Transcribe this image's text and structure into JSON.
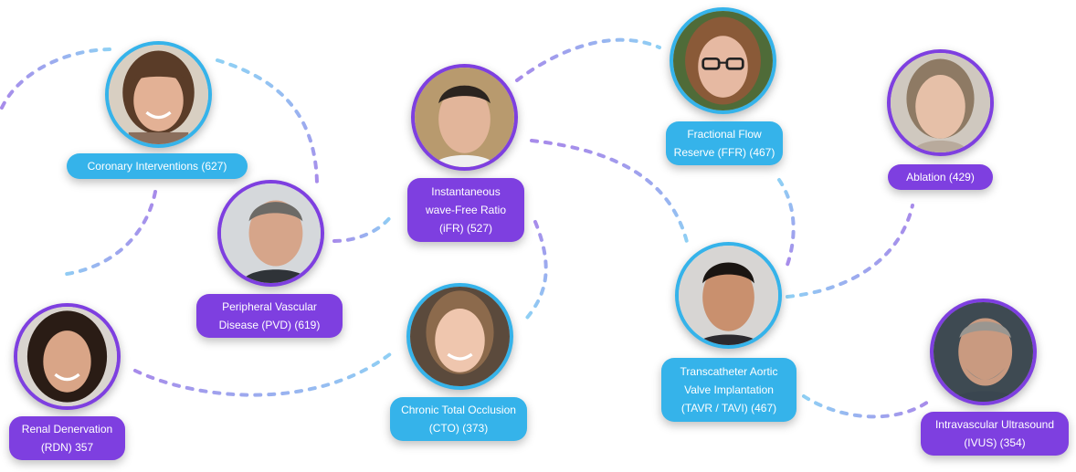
{
  "colors": {
    "blue": "#35b3ea",
    "purple": "#7e3fe0",
    "connector_purple": "#a78bea",
    "connector_blue": "#8fd0f4"
  },
  "nodes": [
    {
      "id": "coronary",
      "avatar": "woman-short-brown-hair-portrait",
      "accent": "blue",
      "label_lines": [
        "Coronary Interventions (627)"
      ]
    },
    {
      "id": "pvd",
      "avatar": "man-grey-hair-portrait",
      "accent": "purple",
      "label_lines": [
        "Peripheral Vascular",
        "Disease (PVD) (619)"
      ]
    },
    {
      "id": "ifr",
      "avatar": "man-short-dark-hair-portrait",
      "accent": "purple",
      "label_lines": [
        "Instantaneous",
        "wave-Free Ratio",
        "(iFR) (527)"
      ]
    },
    {
      "id": "ffr",
      "avatar": "woman-glasses-portrait",
      "accent": "blue",
      "label_lines": [
        "Fractional Flow",
        "Reserve (FFR) (467)"
      ]
    },
    {
      "id": "ablation",
      "avatar": "woman-light-hair-portrait",
      "accent": "purple",
      "label_lines": [
        "Ablation (429)"
      ]
    },
    {
      "id": "rdn",
      "avatar": "woman-dark-curly-hair-portrait",
      "accent": "purple",
      "label_lines": [
        "Renal Denervation",
        "(RDN) 357"
      ]
    },
    {
      "id": "cto",
      "avatar": "young-woman-portrait",
      "accent": "blue",
      "label_lines": [
        "Chronic Total Occlusion",
        "(CTO) (373)"
      ]
    },
    {
      "id": "tavr",
      "avatar": "man-dark-hair-portrait",
      "accent": "blue",
      "label_lines": [
        "Transcatheter Aortic",
        "Valve Implantation",
        "(TAVR / TAVI) (467)"
      ]
    },
    {
      "id": "ivus",
      "avatar": "man-grey-beard-portrait",
      "accent": "purple",
      "label_lines": [
        "Intravascular Ultrasound",
        "(IVUS) (354)"
      ]
    }
  ]
}
